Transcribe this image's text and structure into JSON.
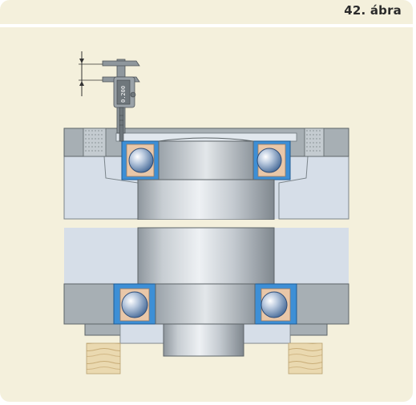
{
  "figure": {
    "label": "42. ábra",
    "description_icon": "bearing-arrangement-diagram"
  },
  "caliper": {
    "dial_text": "0.200"
  },
  "colors": {
    "background": "#f4f0dc",
    "housing": "#a9b1b5",
    "housing_light": "#d5dde6",
    "bearing_blue": "#3d8fd6",
    "shaft_steel": "#c9ced3",
    "wood": "#e9dcb8",
    "cage": "#e8c6a8"
  }
}
